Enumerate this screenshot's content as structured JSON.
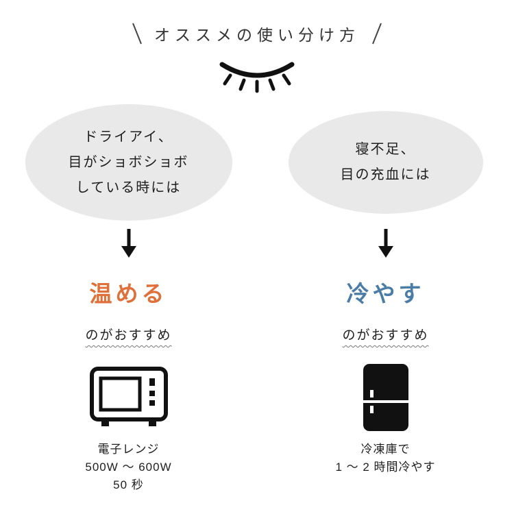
{
  "title": "オススメの使い分け方",
  "columns": [
    {
      "id": "warm",
      "bubble_lines": [
        "ドライアイ、",
        "目がショボショボ",
        "している時には"
      ],
      "action": "温める",
      "action_color": "#e0703a",
      "recommend": "のがおすすめ",
      "icon": "microwave-icon",
      "detail_lines": [
        "電子レンジ",
        "500W ～ 600W",
        "50 秒"
      ]
    },
    {
      "id": "cool",
      "bubble_lines": [
        "寝不足、",
        "目の充血には"
      ],
      "action": "冷やす",
      "action_color": "#4a7ca6",
      "recommend": "のがおすすめ",
      "icon": "refrigerator-icon",
      "detail_lines": [
        "冷凍庫で",
        "1 ～ 2 時間冷やす"
      ]
    }
  ],
  "colors": {
    "bubble_bg": "#e9e9e9",
    "text": "#1e1e1e",
    "warm_accent": "#e0703a",
    "cool_accent": "#4a7ca6"
  }
}
